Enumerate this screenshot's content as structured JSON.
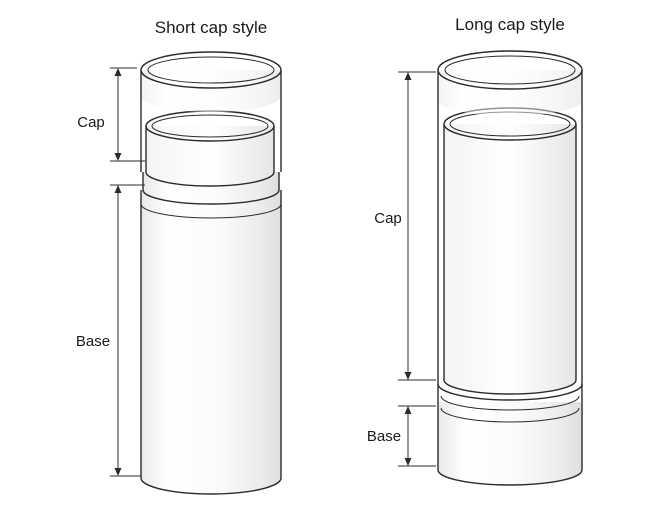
{
  "short_style": {
    "title": "Short cap style",
    "cap_label": "Cap",
    "base_label": "Base"
  },
  "long_style": {
    "title": "Long cap style",
    "cap_label": "Cap",
    "base_label": "Base"
  }
}
